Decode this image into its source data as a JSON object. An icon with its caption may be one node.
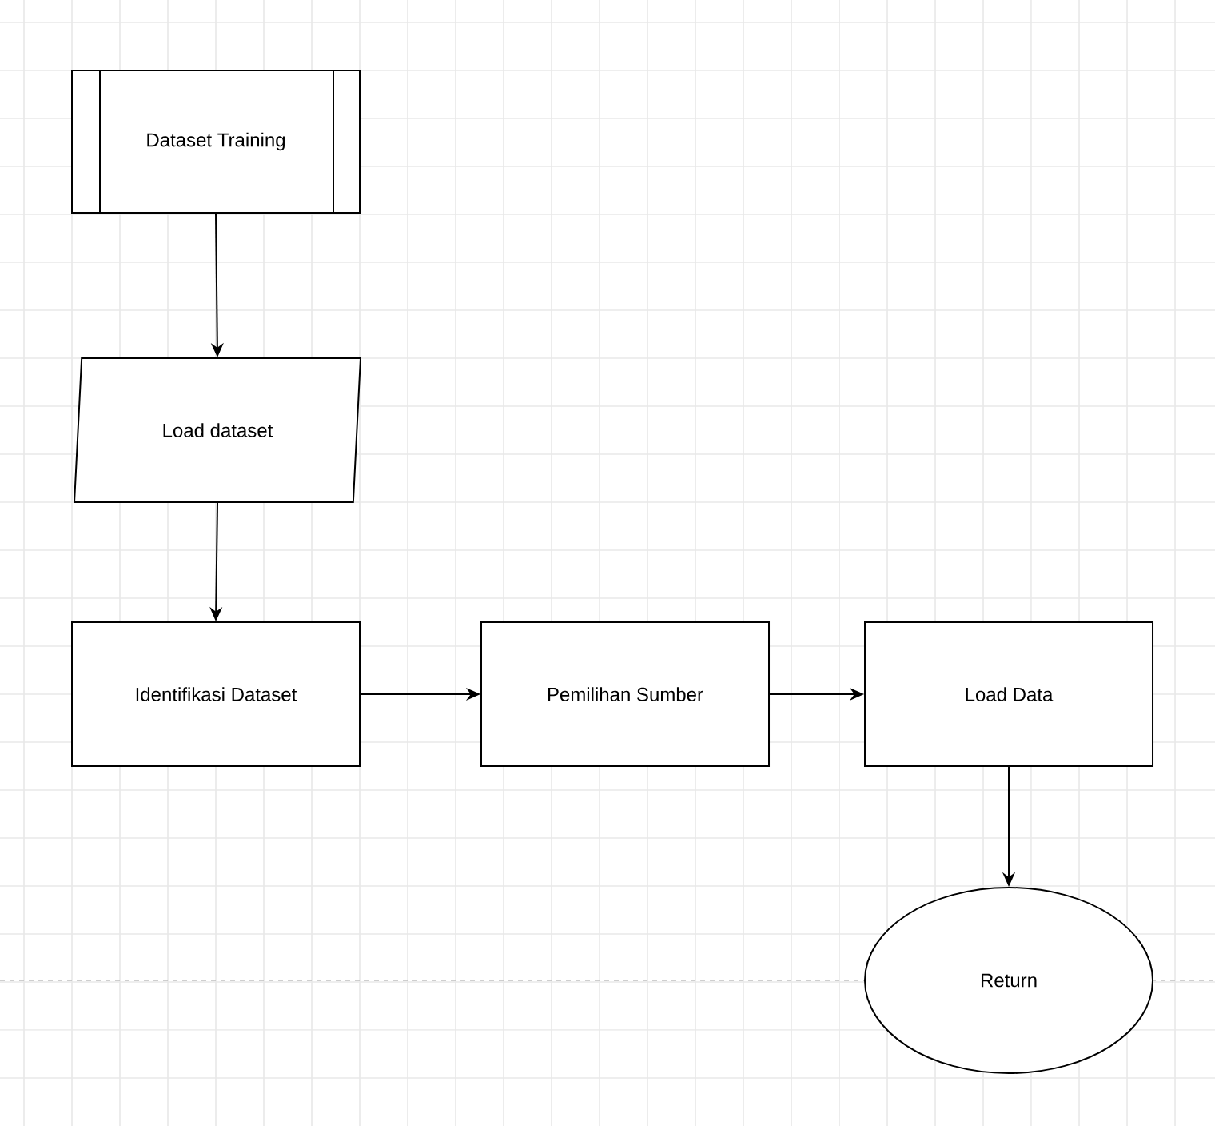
{
  "diagram": {
    "nodes": [
      {
        "text": [
          "Dataset Training"
        ]
      },
      {
        "text": [
          "Load dataset"
        ]
      },
      {
        "text": [
          "Identifikasi Dataset"
        ]
      },
      {
        "text": [
          "Pemilihan Sumber"
        ]
      },
      {
        "text": [
          "Load Data"
        ]
      },
      {
        "text": [
          "Return"
        ]
      }
    ],
    "edges": [
      {
        "from": 0,
        "to": 1,
        "arrow": "to"
      },
      {
        "from": 1,
        "to": 2,
        "arrow": "to"
      },
      {
        "from": 2,
        "to": 3,
        "arrow": "to"
      },
      {
        "from": 3,
        "to": 4,
        "arrow": "to"
      },
      {
        "from": 4,
        "to": 5,
        "arrow": "to"
      }
    ]
  }
}
